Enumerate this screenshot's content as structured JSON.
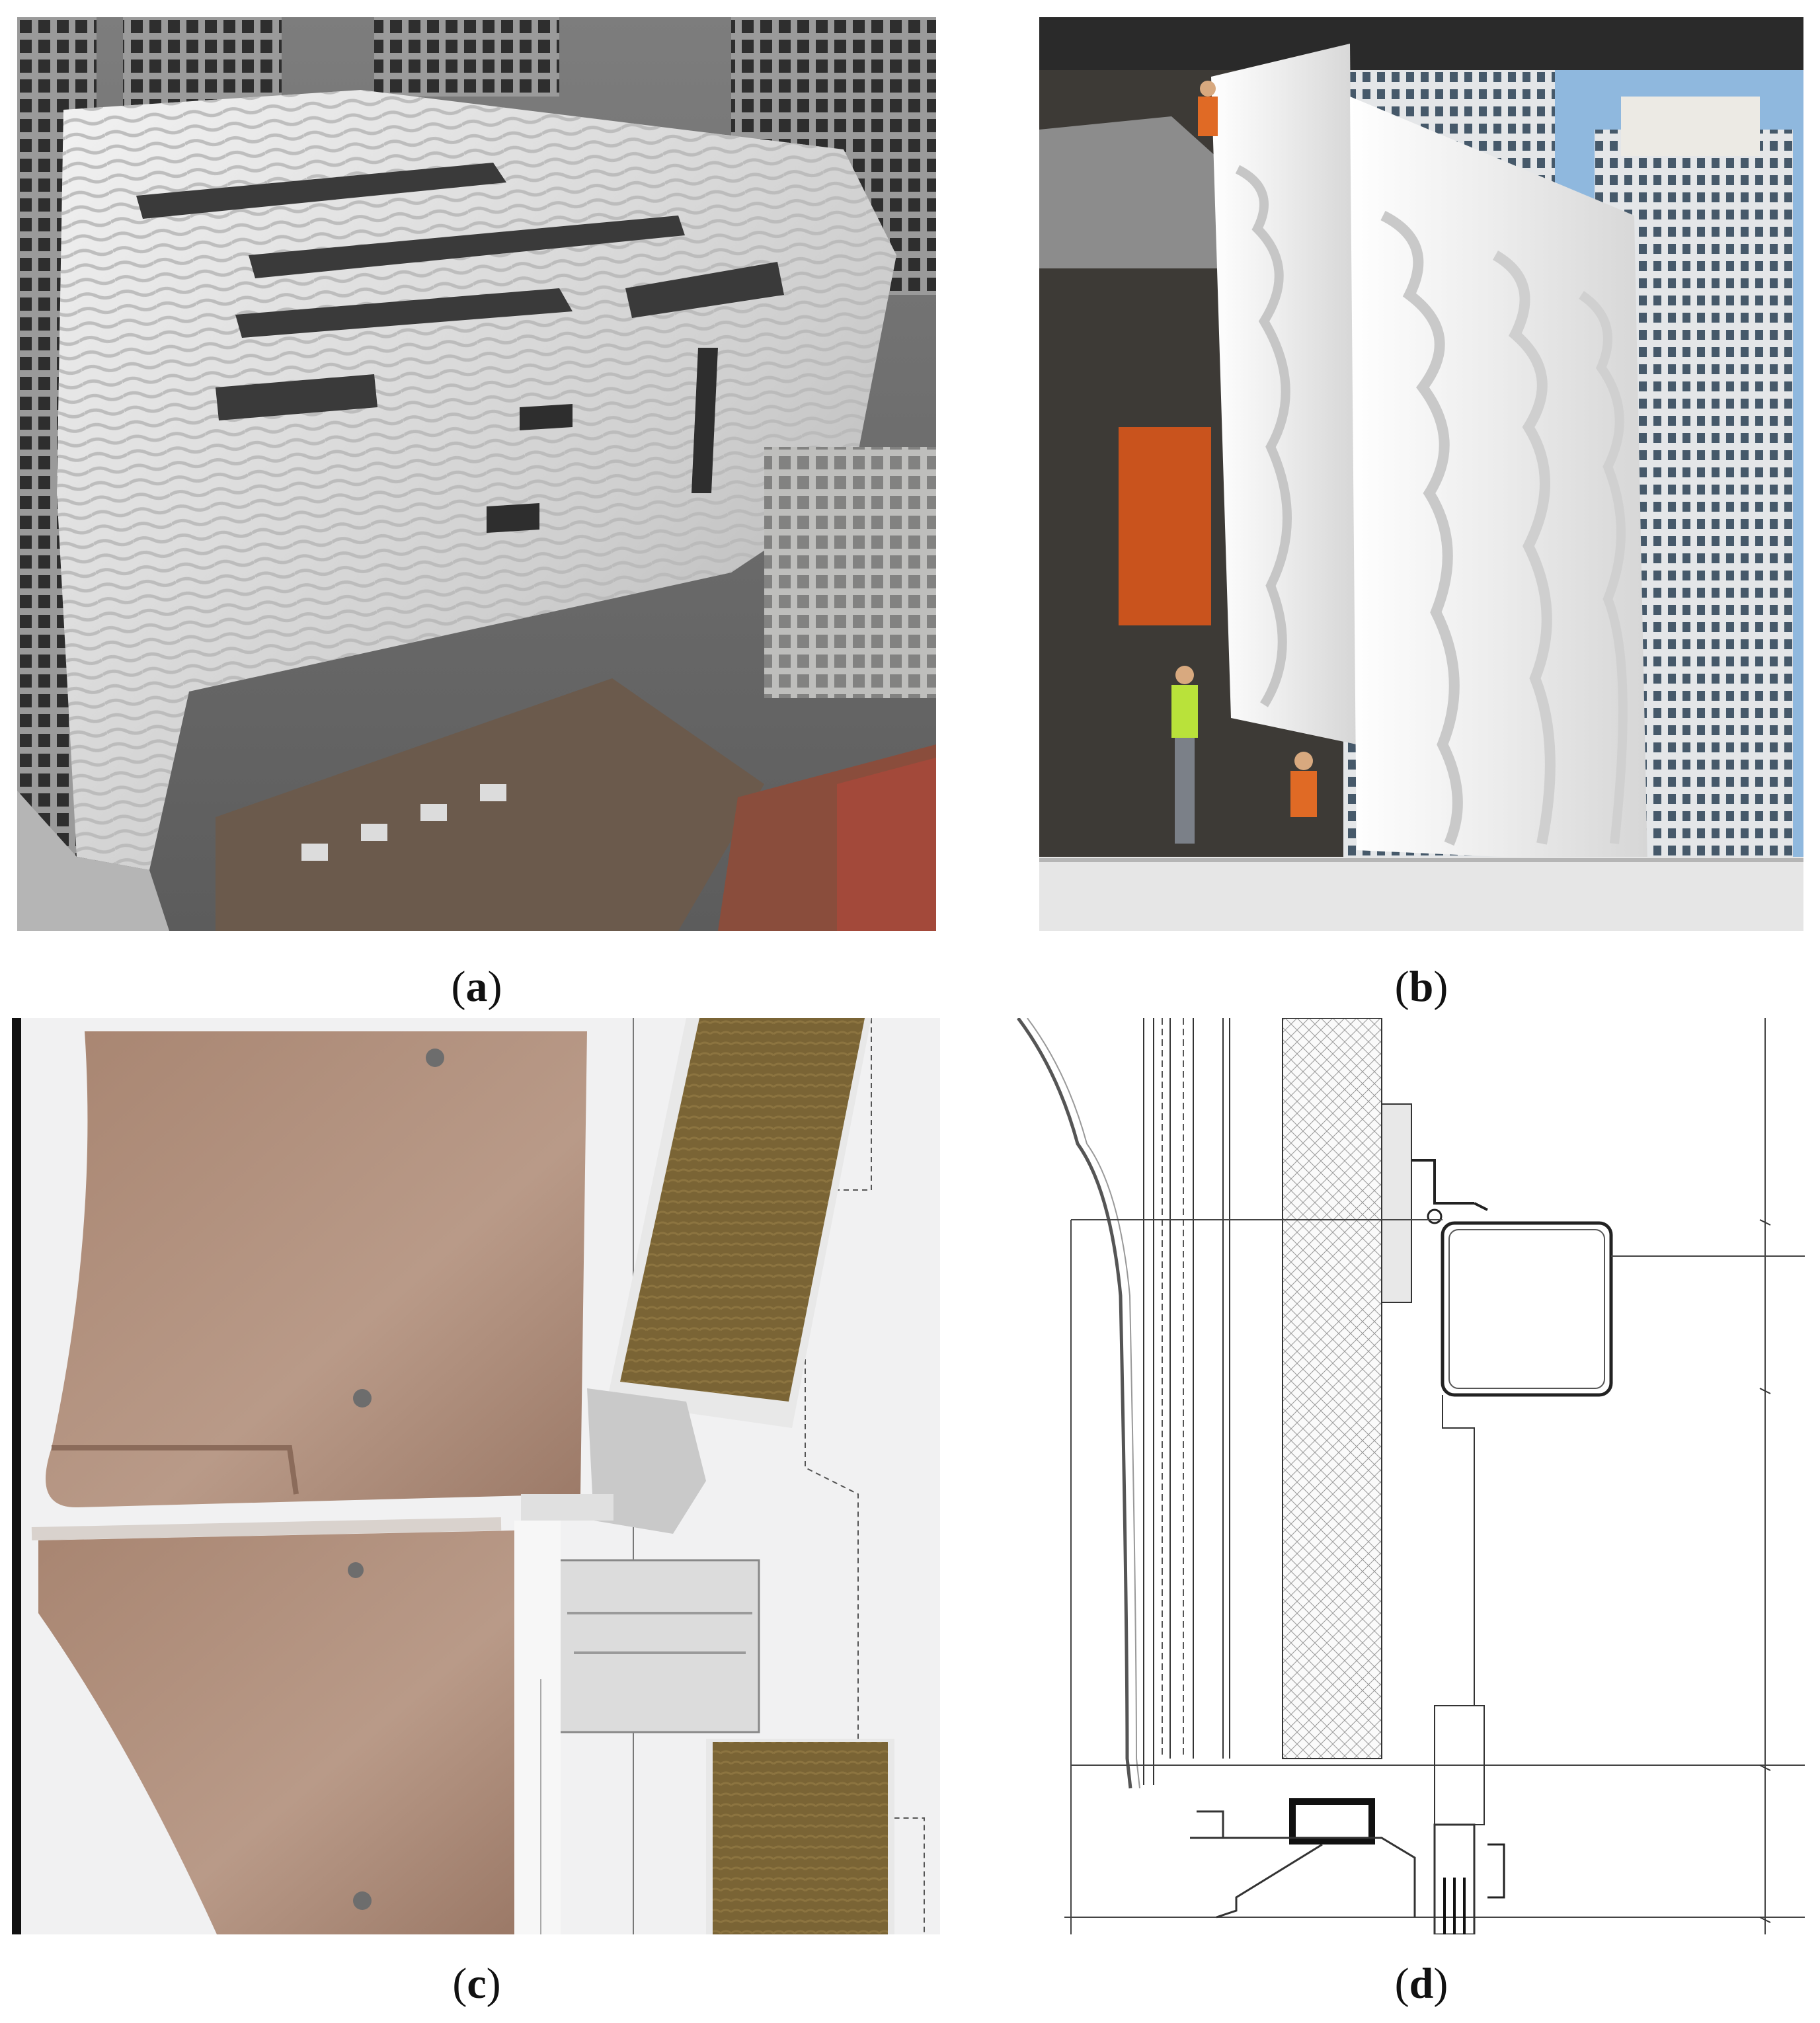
{
  "figure": {
    "panels": [
      {
        "id": "a",
        "caption_open": "(",
        "caption_letter": "a",
        "caption_close": ")"
      },
      {
        "id": "b",
        "caption_open": "(",
        "caption_letter": "b",
        "caption_close": ")"
      },
      {
        "id": "c",
        "caption_open": "(",
        "caption_letter": "c",
        "caption_close": ")"
      },
      {
        "id": "d",
        "caption_open": "(",
        "caption_letter": "d",
        "caption_close": ")"
      }
    ]
  },
  "colors": {
    "facade_panel": "#e6e6e4",
    "sky": "#8fb8de",
    "fiberglass": "#b08f7c",
    "insulation": "#7a6435",
    "drawing_line": "#333333"
  }
}
